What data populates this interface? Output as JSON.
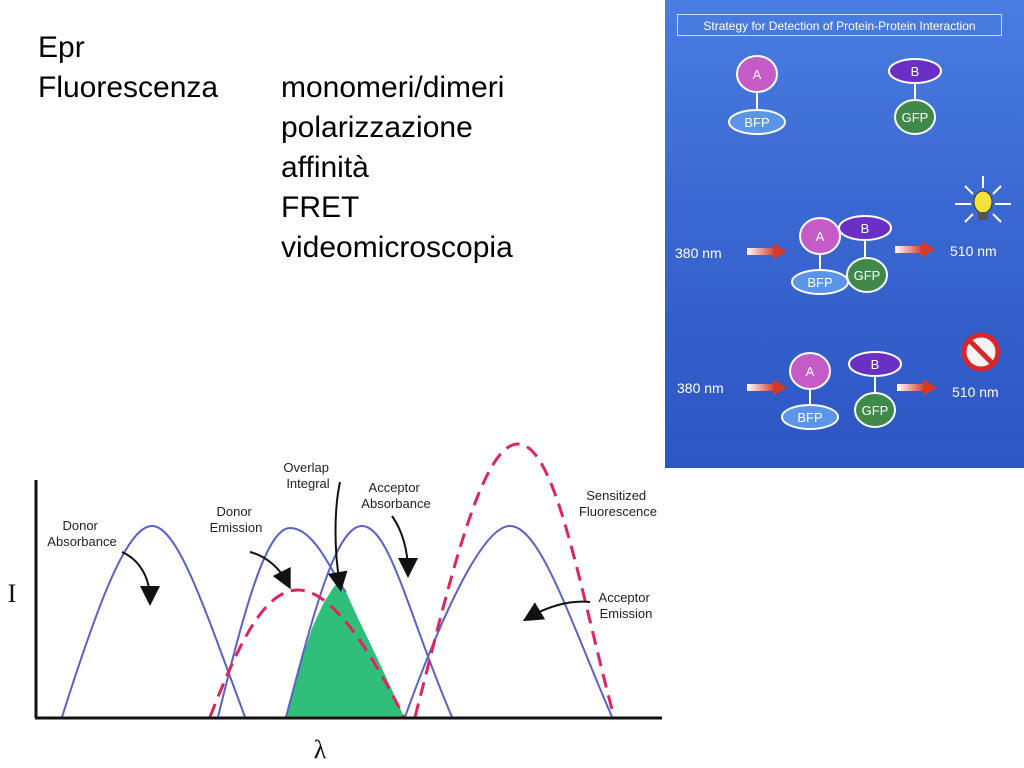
{
  "slide": {
    "line1": "Epr",
    "line2_label": "Fluorescenza",
    "topics": [
      "monomeri/dimeri",
      "polarizzazione",
      "affinità",
      "FRET",
      "videomicroscopia"
    ]
  },
  "strategy": {
    "title": "Strategy for Detection of Protein-Protein Interaction",
    "protein_a": "A",
    "protein_b": "B",
    "donor": "BFP",
    "acceptor": "GFP",
    "excitation": "380 nm",
    "emission": "510 nm",
    "colors": {
      "panel_blue": "#3a68d2",
      "protein_a": "#c45bc7",
      "protein_b": "#6a2fc4",
      "bfp": "#5b95e8",
      "gfp": "#3f8a4a",
      "arrow": "#c0392b"
    },
    "icons": [
      "lightbulb-icon",
      "no-entry-icon"
    ]
  },
  "spectra": {
    "labels": {
      "donor_absorbance": [
        "Donor",
        "Absorbance"
      ],
      "donor_emission": [
        "Donor",
        "Emission"
      ],
      "overlap_integral": [
        "Overlap",
        "Integral"
      ],
      "acceptor_absorbance": [
        "Acceptor",
        "Absorbance"
      ],
      "sensitized_fluorescence": [
        "Sensitized",
        "Fluorescence"
      ],
      "acceptor_emission": [
        "Acceptor",
        "Emission"
      ]
    },
    "y_axis": "I",
    "x_axis": "λ",
    "colors": {
      "absorbance": "#5a62c8",
      "emission": "#e0245e",
      "overlap": "#2fbf7a"
    }
  }
}
